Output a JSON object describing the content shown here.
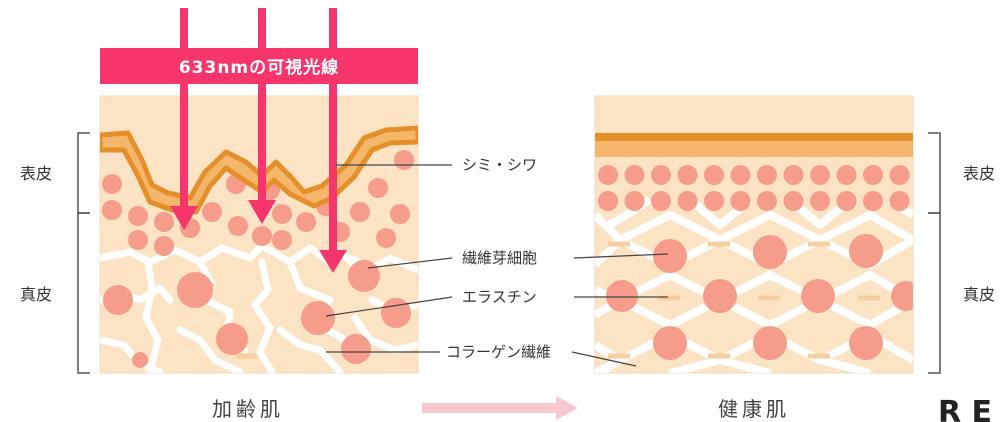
{
  "banner": {
    "text": "633nmの可視光線"
  },
  "labels": {
    "epidermis_left": "表皮",
    "dermis_left": "真皮",
    "epidermis_right": "表皮",
    "dermis_right": "真皮",
    "spots_wrinkles": "シミ・シワ",
    "fibroblast": "繊維芽細胞",
    "elastin": "エラスチン",
    "collagen": "コラーゲン繊維"
  },
  "captions": {
    "aging": "加齢肌",
    "healthy": "健康肌"
  },
  "corner_text": "R E",
  "colors": {
    "pink": "#f5356b",
    "skin": "#fbe3c4",
    "crust": "#e58f2a",
    "crust_light": "#f3b66a",
    "cell": "#f59c8a",
    "cell_inner": "#f6a99a",
    "fiber": "#ffffff",
    "elastin": "#f6cfa0",
    "arrow_gray": "#f7c9d3",
    "text": "#333333"
  }
}
